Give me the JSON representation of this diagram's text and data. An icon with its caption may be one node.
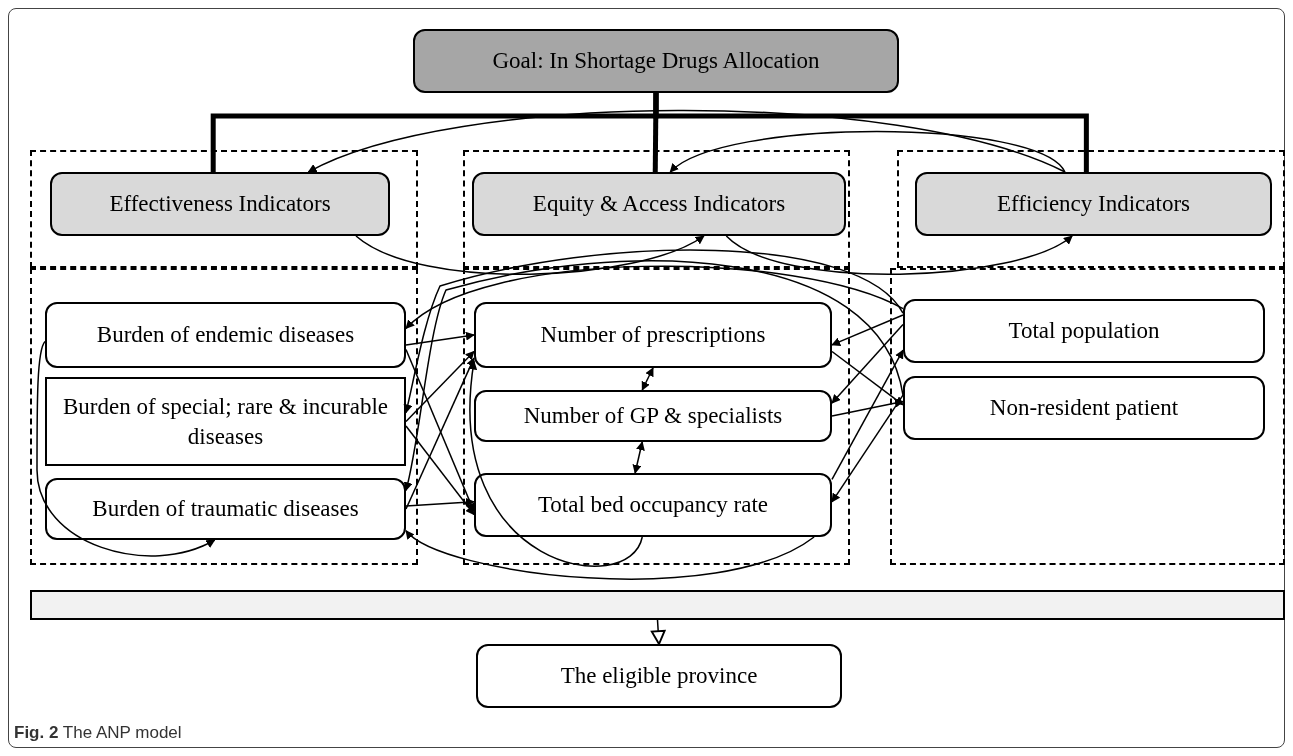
{
  "diagram": {
    "caption": "**Fig. 2** The ANP model",
    "nodes": [
      {
        "text": [
          "Goal: In Shortage Drugs Allocation"
        ]
      },
      {
        "text": [],
        "shape": "box"
      },
      {
        "text": [
          "Effectiveness Indicators"
        ],
        "in": 1
      },
      {
        "text": [],
        "shape": "box"
      },
      {
        "text": [
          "Equity & Access Indicators"
        ],
        "in": 3
      },
      {
        "text": [],
        "shape": "box"
      },
      {
        "text": [
          "Efficiency Indicators"
        ],
        "in": 5
      },
      {
        "text": [],
        "shape": "box"
      },
      {
        "text": [
          "Burden of endemic diseases"
        ],
        "in": 7
      },
      {
        "text": [
          "Burden of special; rare & incurable diseases"
        ],
        "in": 7
      },
      {
        "text": [
          "Burden of traumatic diseases"
        ],
        "in": 7
      },
      {
        "text": [],
        "shape": "box"
      },
      {
        "text": [
          "Number of prescriptions"
        ],
        "in": 11
      },
      {
        "text": [
          "Number of GP & specialists"
        ],
        "in": 11
      },
      {
        "text": [
          "Total bed occupancy rate"
        ],
        "in": 11
      },
      {
        "text": [],
        "shape": "box"
      },
      {
        "text": [
          "Total population"
        ],
        "in": 15
      },
      {
        "text": [
          "Non-resident patient"
        ],
        "in": 15
      },
      {
        "text": [],
        "shape": "bar"
      },
      {
        "text": [
          "The eligible province"
        ]
      }
    ],
    "edges": [
      {
        "from": 0,
        "to": 2,
        "arrow": "none",
        "style": "thick"
      },
      {
        "from": 0,
        "to": 4,
        "arrow": "none",
        "style": "thick"
      },
      {
        "from": 0,
        "to": 6,
        "arrow": "none",
        "style": "thick"
      },
      {
        "from": 6,
        "to": 2,
        "arrow": "to"
      },
      {
        "from": 6,
        "to": 4,
        "arrow": "to"
      },
      {
        "from": 2,
        "to": 4,
        "arrow": "to"
      },
      {
        "from": 4,
        "to": 6,
        "arrow": "to"
      },
      {
        "from": 8,
        "to": 12,
        "arrow": "to"
      },
      {
        "from": 8,
        "to": 14,
        "arrow": "to"
      },
      {
        "from": 16,
        "to": 8,
        "arrow": "to"
      },
      {
        "from": 9,
        "to": 12,
        "arrow": "to"
      },
      {
        "from": 9,
        "to": 14,
        "arrow": "to"
      },
      {
        "from": 10,
        "to": 12,
        "arrow": "to"
      },
      {
        "from": 10,
        "to": 14,
        "arrow": "to"
      },
      {
        "from": 14,
        "to": 10,
        "arrow": "to"
      },
      {
        "from": 16,
        "to": 9,
        "arrow": "to"
      },
      {
        "from": 17,
        "to": 10,
        "arrow": "to"
      },
      {
        "from": 13,
        "to": 12,
        "arrow": "both"
      },
      {
        "from": 13,
        "to": 14,
        "arrow": "both"
      },
      {
        "from": 16,
        "to": 12,
        "arrow": "to"
      },
      {
        "from": 12,
        "to": 17,
        "arrow": "to"
      },
      {
        "from": 16,
        "to": 13,
        "arrow": "to"
      },
      {
        "from": 13,
        "to": 17,
        "arrow": "to"
      },
      {
        "from": 14,
        "to": 16,
        "arrow": "to"
      },
      {
        "from": 17,
        "to": 14,
        "arrow": "to"
      },
      {
        "from": 8,
        "to": 10,
        "arrow": "to"
      },
      {
        "from": 14,
        "to": 12,
        "arrow": "to"
      },
      {
        "from": 18,
        "to": 19,
        "arrow": "to"
      }
    ]
  }
}
